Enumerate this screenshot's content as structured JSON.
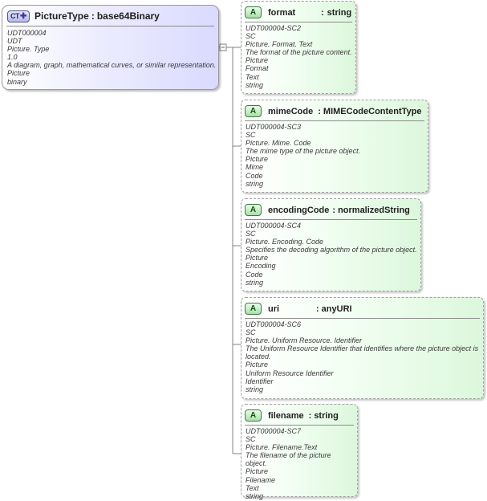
{
  "complex_type": {
    "badge": "CT",
    "name": "PictureType",
    "separator": ":",
    "base_type": "base64Binary",
    "lines": [
      "UDT000004",
      "UDT",
      "Picture. Type",
      "1.0",
      "A diagram, graph, mathematical curves, or similar representation.",
      "Picture",
      "binary"
    ]
  },
  "attributes": [
    {
      "badge": "A",
      "name": "format",
      "separator": ":",
      "type": "string",
      "lines": [
        "UDT000004-SC2",
        "SC",
        "Picture. Format. Text",
        "The format of the picture content.",
        "Picture",
        "Format",
        "Text",
        "string"
      ]
    },
    {
      "badge": "A",
      "name": "mimeCode",
      "separator": ":",
      "type": "MIMECodeContentType",
      "lines": [
        "UDT000004-SC3",
        "SC",
        "Picture. Mime. Code",
        "The mime type of the picture object.",
        "Picture",
        "Mime",
        "Code",
        "string"
      ]
    },
    {
      "badge": "A",
      "name": "encodingCode",
      "separator": ":",
      "type": "normalizedString",
      "lines": [
        "UDT000004-SC4",
        "SC",
        "Picture. Encoding. Code",
        "Specifies the decoding algorithm of the picture object.",
        "Picture",
        "Encoding",
        "Code",
        "string"
      ]
    },
    {
      "badge": "A",
      "name": "uri",
      "separator": ":",
      "type": "anyURI",
      "lines": [
        "UDT000004-SC6",
        "SC",
        "Picture. Uniform Resource. Identifier",
        "The Uniform Resource Identifier that identifies where the picture object is located.",
        "Picture",
        "Uniform Resource Identifier",
        "Identifier",
        "string"
      ]
    },
    {
      "badge": "A",
      "name": "filename",
      "separator": ":",
      "type": "string",
      "lines": [
        "UDT000004-SC7",
        "SC",
        "Picture. Filename.Text",
        "The filename of the picture object.",
        "Picture",
        "Filename",
        "Text",
        "string"
      ]
    }
  ]
}
